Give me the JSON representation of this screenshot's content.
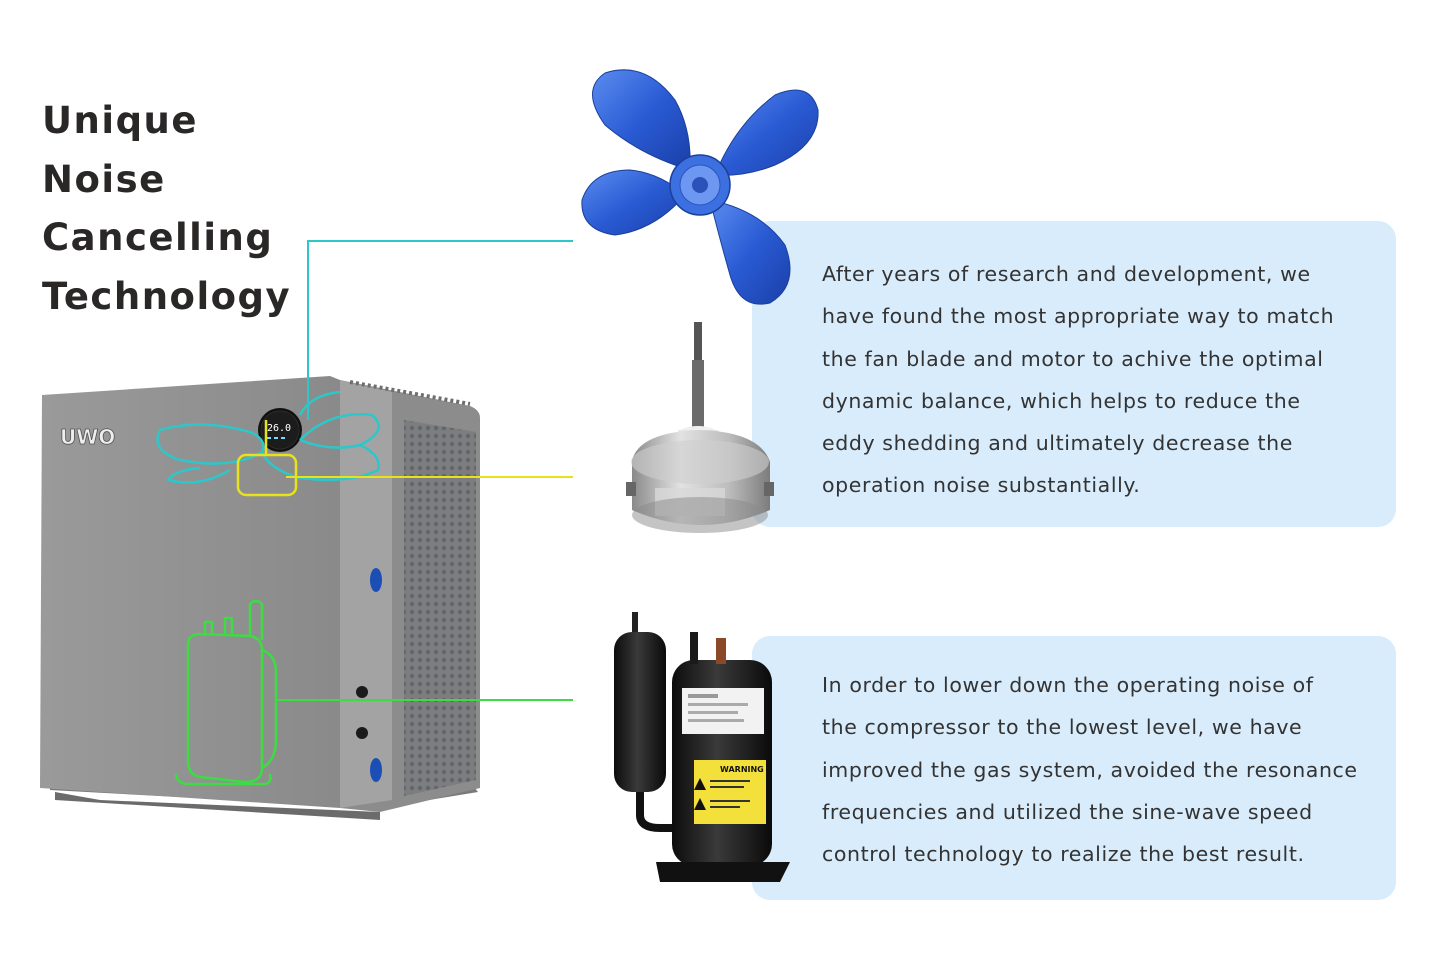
{
  "title_lines": [
    "Unique",
    "Noise",
    "Cancelling",
    "Technology"
  ],
  "brand_logo": "UWO",
  "display_reading": "26.0",
  "fan_card": {
    "lines": [
      "After years of research and development, we",
      "have found  the most appropriate way to match",
      "the fan blade and motor to achive the optimal",
      "dynamic balance, which helps to reduce the",
      "eddy shedding and ultimately decrease the",
      "operation noise substantially."
    ]
  },
  "compressor_card": {
    "lines": [
      "In order to lower down the operating noise of",
      "the compressor to the lowest level, we have",
      "improved the gas system, avoided the resonance",
      "frequencies and utilized the sine-wave speed",
      "control technology to realize the best result."
    ]
  },
  "compressor_label": "WARNING",
  "colors": {
    "fan_line": "#2ec7c9",
    "motor_line": "#e8e21a",
    "compressor_line": "#3ddc43",
    "card_bg": "#d9ecfb",
    "fan_blue": "#2d5fd6",
    "unit_grey": "#8f8f8f"
  }
}
